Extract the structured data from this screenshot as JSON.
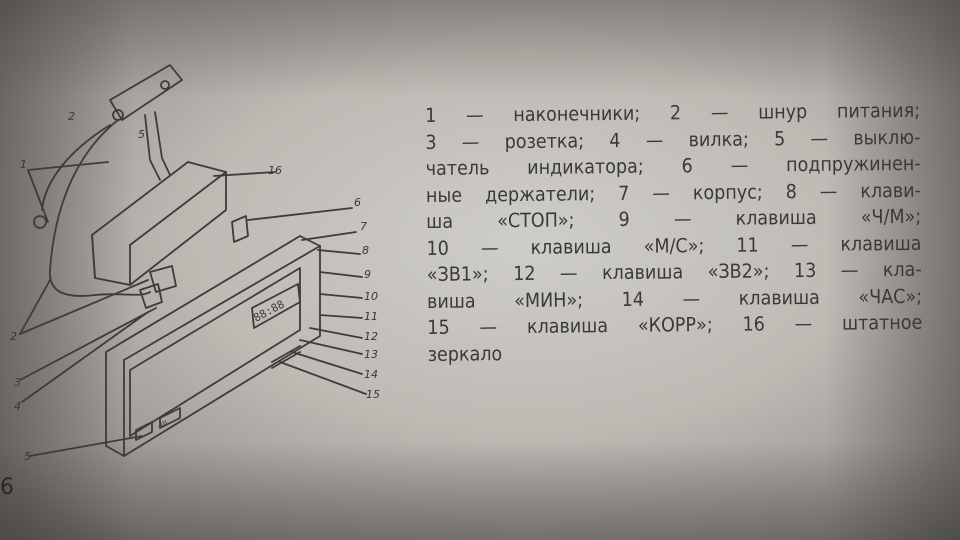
{
  "diagram": {
    "callouts": [
      "1",
      "2",
      "3",
      "4",
      "5",
      "6",
      "7",
      "8",
      "9",
      "10",
      "11",
      "12",
      "13",
      "14",
      "15",
      "16",
      "2",
      "5"
    ],
    "display_text": "88:88",
    "small_label": "III"
  },
  "legend": {
    "lines": [
      "1 — наконечники;  2 — шнур  питания;",
      "3 — розетка;   4 — вилка;   5 — выклю-",
      "чатель индикатора;  6 — подпружинен-",
      "ные держатели; 7 — корпус; 8 — клави-",
      "ша  «СТОП»;  9 — клавиша  «Ч/М»;",
      "10 — клавиша  «М/С»;   11 — клавиша",
      "«ЗВ1»; 12 — клавиша «ЗВ2»; 13 — кла-",
      "виша  «МИН»;  14 — клавиша  «ЧАС»;",
      "15 — клавиша  «КОРР»;  16 — штатное",
      "зеркало"
    ]
  },
  "page_number": "6"
}
